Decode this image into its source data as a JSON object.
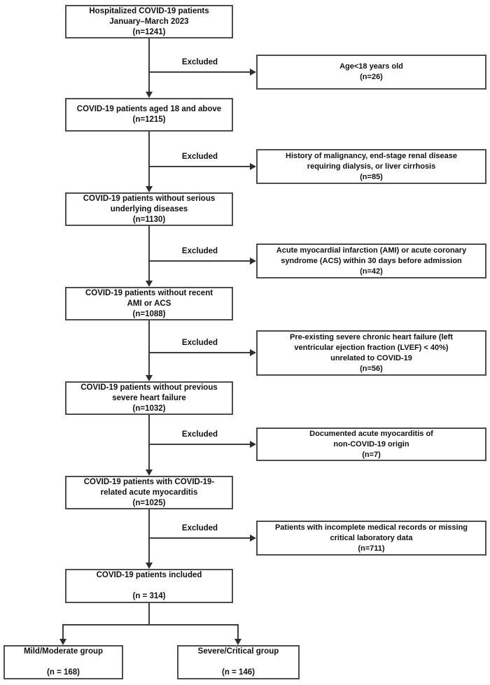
{
  "flowchart": {
    "type": "patient-flow-diagram",
    "labels": {
      "excluded": "Excluded"
    },
    "colors": {
      "background": "#ffffff",
      "box_border": "#4d4d4d",
      "connector_line": "#3d3d3d",
      "text": "#111111"
    },
    "main_boxes": [
      {
        "id": "hospitalized",
        "n": 1241,
        "lines": [
          "Hospitalized COVID-19 patients",
          "January–March 2023",
          "(n=1241)"
        ]
      },
      {
        "id": "aged-18-and-above",
        "n": 1215,
        "lines": [
          "COVID-19 patients aged 18 and above",
          "(n=1215)"
        ]
      },
      {
        "id": "without-serious-underlying-diseases",
        "n": 1130,
        "lines": [
          "COVID-19 patients without serious",
          "underlying diseases",
          "(n=1130)"
        ]
      },
      {
        "id": "without-recent-ami-acs",
        "n": 1088,
        "lines": [
          "COVID-19 patients without recent",
          "AMI or ACS",
          "(n=1088)"
        ]
      },
      {
        "id": "without-previous-severe-heart-failure",
        "n": 1032,
        "lines": [
          "COVID-19 patients without previous",
          "severe heart failure",
          "(n=1032)"
        ]
      },
      {
        "id": "covid-related-acute-myocarditis",
        "n": 1025,
        "lines": [
          "COVID-19 patients with COVID-19-",
          "related acute myocarditis",
          "(n=1025)"
        ]
      },
      {
        "id": "included",
        "n": 314,
        "lines": [
          "COVID-19 patients included",
          "",
          "(n = 314)"
        ]
      }
    ],
    "exclusion_boxes": [
      {
        "id": "age-under-18",
        "n": 26,
        "lines": [
          "Age<18 years old",
          "(n=26)"
        ]
      },
      {
        "id": "malignancy-esrd-cirrhosis",
        "n": 85,
        "lines": [
          "History of malignancy, end-stage renal disease",
          "requiring dialysis, or liver cirrhosis",
          "(n=85)"
        ]
      },
      {
        "id": "recent-ami-acs",
        "n": 42,
        "lines": [
          "Acute myocardial infarction (AMI) or acute coronary",
          "syndrome  (ACS) within 30 days before admission",
          "(n=42)"
        ]
      },
      {
        "id": "preexisting-chf",
        "n": 56,
        "lines": [
          "Pre-existing severe chronic heart failure (left",
          "ventricular ejection fraction (LVEF) < 40%)",
          "unrelated to COVID-19",
          "(n=56)"
        ]
      },
      {
        "id": "non-covid-myocarditis",
        "n": 7,
        "lines": [
          "Documented acute myocarditis of",
          "non-COVID-19 origin",
          "(n=7)"
        ]
      },
      {
        "id": "incomplete-records",
        "n": 711,
        "lines": [
          "Patients with incomplete medical records or missing",
          "critical laboratory data",
          "(n=711)"
        ]
      }
    ],
    "outcome_boxes": [
      {
        "id": "mild-moderate-group",
        "n": 168,
        "lines": [
          "Mild/Moderate group",
          "",
          "(n = 168)"
        ]
      },
      {
        "id": "severe-critical-group",
        "n": 146,
        "lines": [
          "Severe/Critical group",
          "",
          "(n = 146)"
        ]
      }
    ]
  }
}
